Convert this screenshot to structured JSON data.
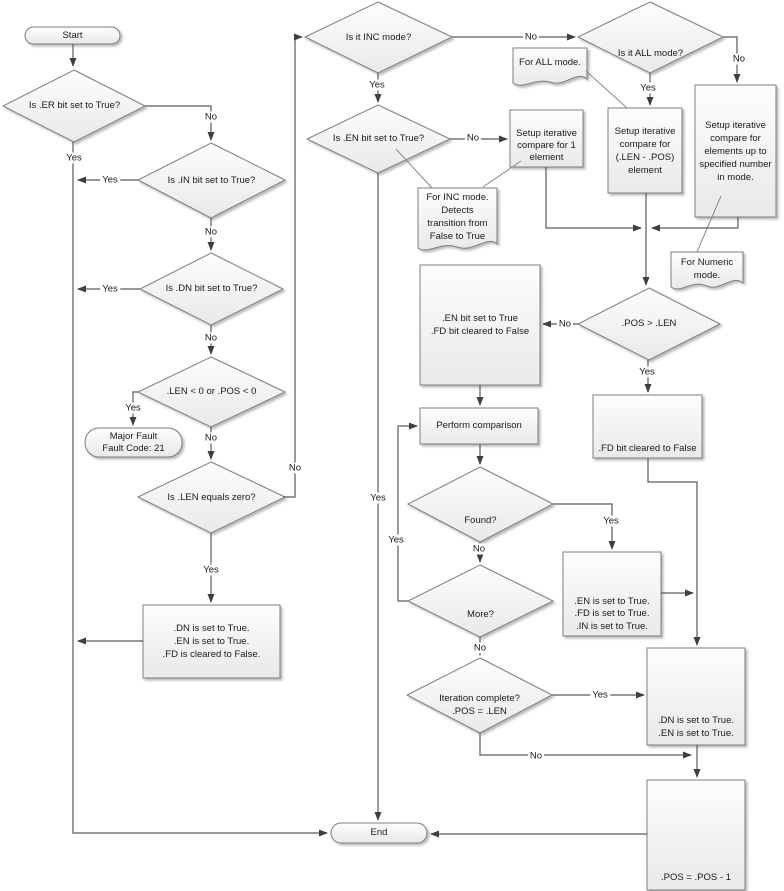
{
  "diagram": {
    "background": "#ffffff",
    "line_color": "#5b5b5b",
    "shape_border": "#7f7f7f",
    "shape_fill_top": "#fdfdfd",
    "shape_fill_bottom": "#e9e9e9",
    "nodes": {
      "start": {
        "label": "Start"
      },
      "er": {
        "label": "Is .ER bit set to True?"
      },
      "in": {
        "label": "Is .IN bit set to True?"
      },
      "dn": {
        "label": "Is .DN bit set to True?"
      },
      "len_neg": {
        "label": ".LEN < 0 or .POS < 0"
      },
      "fault": {
        "label": "Major Fault\nFault Code: 21"
      },
      "len_zero": {
        "label": "Is .LEN equals zero?"
      },
      "dn_en_fd": {
        "label": ".DN is set to True.\n.EN is set to True.\n.FD is cleared to False."
      },
      "inc": {
        "label": "Is it INC mode?"
      },
      "en": {
        "label": "Is .EN bit set to True?"
      },
      "all": {
        "label": "Is it ALL mode?"
      },
      "note_all": {
        "label": "For ALL mode."
      },
      "setup_one": {
        "label": "Setup iterative\ncompare for 1\nelement"
      },
      "setup_lenpos": {
        "label": "Setup iterative\ncompare for\n(.LEN - .POS)\nelement"
      },
      "setup_num": {
        "label": "Setup iterative\ncompare for\nelements up to\nspecified number\nin mode."
      },
      "note_inc": {
        "label": "For INC mode.\nDetects\ntransition from\nFalse to True"
      },
      "note_numeric": {
        "label": "For Numeric\nmode."
      },
      "pos_len": {
        "label": ".POS > .LEN"
      },
      "en_fd": {
        "label": ".EN bit set to True\n.FD bit cleared  to False"
      },
      "fd_clear": {
        "label": ".FD bit cleared to False"
      },
      "perform": {
        "label": "Perform comparison"
      },
      "found": {
        "label": "Found?"
      },
      "en_fd_in": {
        "label": ".EN is set to True.\n.FD is set to True.\n.IN is set to True."
      },
      "more": {
        "label": "More?"
      },
      "iteration": {
        "label": "Iteration complete?\n.POS = .LEN"
      },
      "dn_en": {
        "label": ".DN is set to True.\n.EN is set to True."
      },
      "pos_dec": {
        "label": ".POS = .POS - 1"
      },
      "end": {
        "label": "End"
      }
    },
    "edges": {
      "er_yes": "Yes",
      "er_no": "No",
      "in_yes": "Yes",
      "in_no": "No",
      "dn_yes": "Yes",
      "dn_no": "No",
      "lenneg_yes": "Yes",
      "lenneg_no": "No",
      "lenzero_no": "No",
      "lenzero_yes": "Yes",
      "inc_yes": "Yes",
      "inc_no": "No",
      "all_yes": "Yes",
      "all_no": "No",
      "en_no": "No",
      "en_yes": "Yes",
      "poslen_no": "No",
      "poslen_yes": "Yes",
      "found_yes": "Yes",
      "found_no": "No",
      "more_yes": "Yes",
      "more_no": "No",
      "iter_yes": "Yes",
      "iter_no": "No"
    }
  }
}
